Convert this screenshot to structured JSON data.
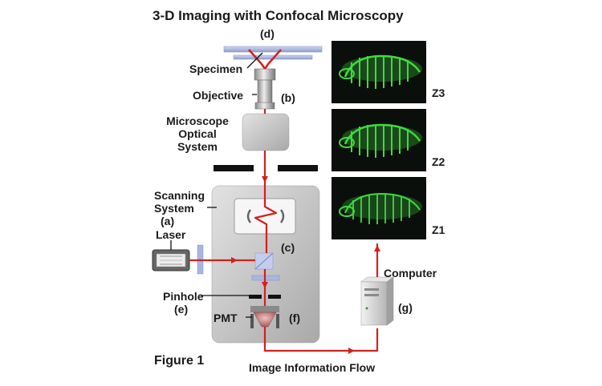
{
  "title": "3-D Imaging with Confocal Microscopy",
  "labels": {
    "d": "(d)",
    "specimen": "Specimen",
    "objective": "Objective",
    "b": "(b)",
    "microscope_line1": "Microscope",
    "microscope_line2": "Optical",
    "microscope_line3": "System",
    "scanning_line1": "Scanning",
    "scanning_line2": "System",
    "a": "(a)",
    "laser": "Laser",
    "c": "(c)",
    "pinhole": "Pinhole",
    "e": "(e)",
    "pmt": "PMT",
    "f": "(f)",
    "computer": "Computer",
    "g": "(g)",
    "z3": "Z3",
    "z2": "Z2",
    "z1": "Z1",
    "figure": "Figure 1",
    "flow": "Image Information Flow"
  },
  "colors": {
    "beam": "#d42020",
    "scope_gray": "#c8c8c8",
    "slide_blue": "#a9b7e0",
    "image_bg": "#0b0f0b",
    "fluorescence": "#3ddc3d"
  }
}
